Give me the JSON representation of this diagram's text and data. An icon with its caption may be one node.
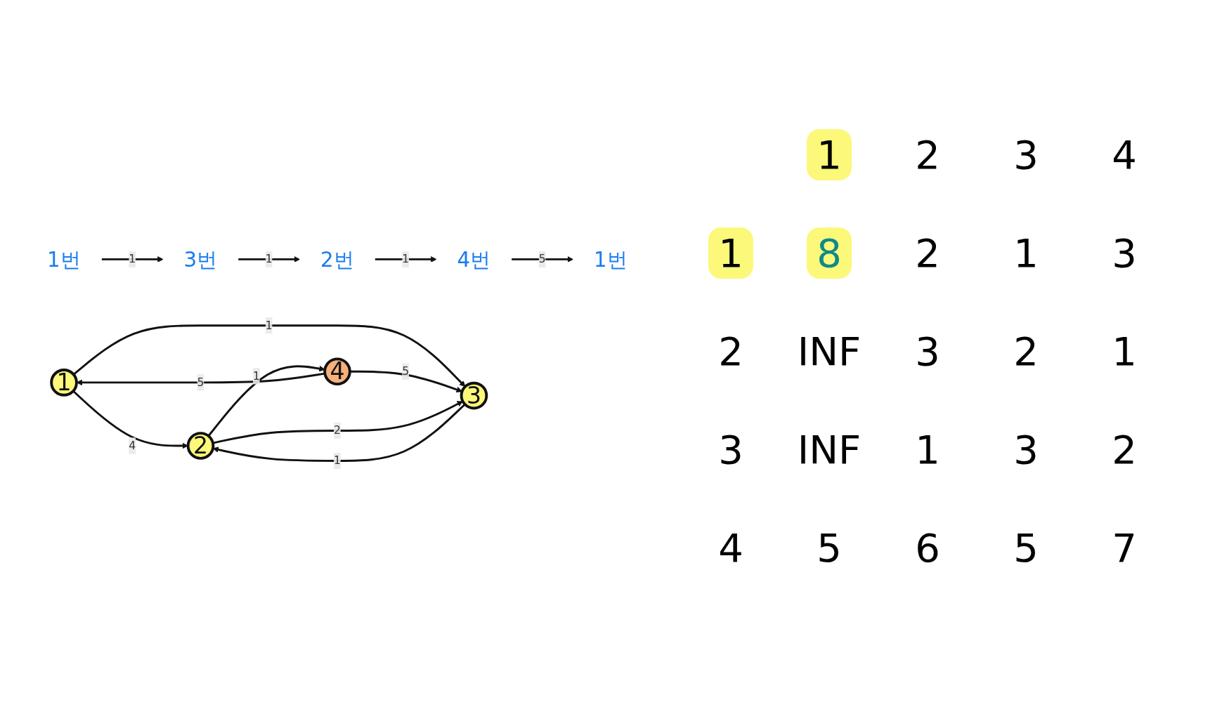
{
  "diagram": {
    "nodes": [
      {
        "text": [
          "1번"
        ]
      },
      {
        "text": [
          "3번"
        ]
      },
      {
        "text": [
          "2번"
        ]
      },
      {
        "text": [
          "4번"
        ]
      },
      {
        "text": [
          "1번"
        ]
      },
      {
        "text": [
          "1"
        ]
      },
      {
        "text": [
          "2"
        ]
      },
      {
        "text": [
          "3"
        ]
      },
      {
        "text": [
          "4"
        ]
      }
    ],
    "edges": [
      {
        "from": 0,
        "to": 1,
        "arrow": "to",
        "label": "1"
      },
      {
        "from": 1,
        "to": 2,
        "arrow": "to",
        "label": "1"
      },
      {
        "from": 2,
        "to": 3,
        "arrow": "to",
        "label": "1"
      },
      {
        "from": 3,
        "to": 4,
        "arrow": "to",
        "label": "5"
      },
      {
        "from": 5,
        "to": 6,
        "arrow": "to",
        "label": "4"
      },
      {
        "from": 5,
        "to": 7,
        "arrow": "to",
        "label": "1"
      },
      {
        "from": 6,
        "to": 8,
        "arrow": "to",
        "label": "1"
      },
      {
        "from": 8,
        "to": 7,
        "arrow": "to",
        "label": "5"
      },
      {
        "from": 6,
        "to": 7,
        "arrow": "to",
        "label": "2"
      },
      {
        "from": 7,
        "to": 6,
        "arrow": "to",
        "label": "1"
      },
      {
        "from": 8,
        "to": 5,
        "arrow": "to",
        "label": "5"
      }
    ],
    "labels": [
      "1",
      "2",
      "3",
      "4",
      "1",
      "8",
      "2",
      "1",
      "3",
      "2",
      "INF",
      "3",
      "2",
      "1",
      "3",
      "INF",
      "1",
      "3",
      "2",
      "4",
      "5",
      "6",
      "5",
      "7"
    ]
  }
}
